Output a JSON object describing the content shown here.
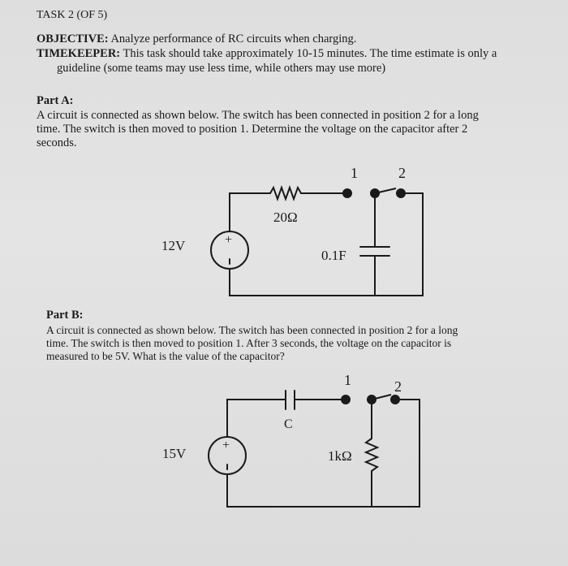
{
  "header": {
    "task": "TASK 2 (OF 5)",
    "objective_label": "OBJECTIVE:",
    "objective_text": " Analyze performance of RC circuits when charging.",
    "timekeeper_label": "TIMEKEEPER:",
    "timekeeper_line1": " This task should take approximately 10-15 minutes. The time estimate is only a",
    "timekeeper_line2": "guideline (some teams may use less time, while others may use more)"
  },
  "part_a": {
    "title": "Part A:",
    "line1": "A circuit is connected as shown below.  The switch has been connected in position 2 for a long",
    "line2": "time.  The switch is then moved to position 1.  Determine the voltage on the capacitor after 2",
    "line3": "seconds.",
    "circuit": {
      "source_label": "12V",
      "resistor_label": "20Ω",
      "capacitor_label": "0.1F",
      "switch_pos1": "1",
      "switch_pos2": "2",
      "plus": "+",
      "minus": "-"
    }
  },
  "part_b": {
    "title": "Part B:",
    "line1": "A circuit is connected as shown below.  The switch has been connected in position 2 for a long",
    "line2": "time.  The switch is then moved to position 1.  After 3 seconds, the voltage on the capacitor is",
    "line3": "measured to be 5V.  What is the value of the capacitor?",
    "circuit": {
      "source_label": "15V",
      "capacitor_label": "C",
      "resistor_label": "1kΩ",
      "switch_pos1": "1",
      "switch_pos2": "2",
      "plus": "+",
      "minus": "-"
    }
  }
}
